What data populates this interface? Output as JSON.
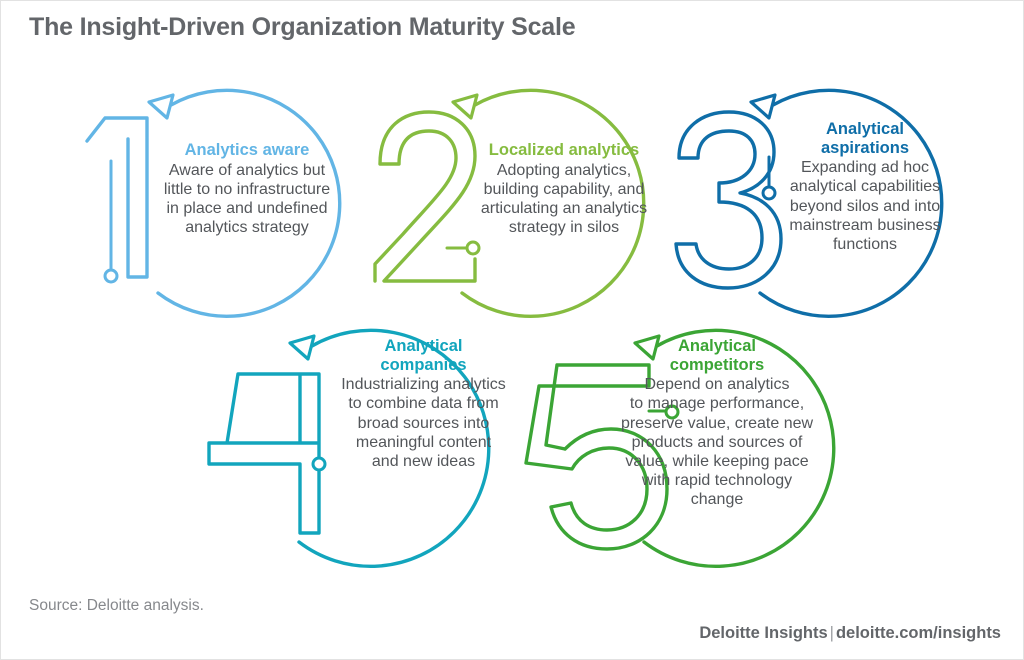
{
  "title": "The Insight-Driven Organization Maturity Scale",
  "source": "Source: Deloitte analysis.",
  "footer": {
    "brand": "Deloitte Insights",
    "separator": "|",
    "url": "deloitte.com/insights"
  },
  "colors": {
    "title": "#63666a",
    "body_text": "#53565a",
    "stage1": "#62b5e5",
    "stage2": "#86bc40",
    "stage3": "#0f6ea8",
    "stage4": "#12a5bd",
    "stage5": "#3ba535",
    "background": "#ffffff",
    "border": "#e2e2e2"
  },
  "chart_data": {
    "type": "diagram",
    "subtype": "maturity-scale-stages",
    "title": "The Insight-Driven Organization Maturity Scale",
    "stage_count": 5,
    "layout": "two rows: stages 1-3 top, stages 4-5 bottom",
    "stages": [
      {
        "number": "1",
        "heading": "Analytics aware",
        "color": "#62b5e5",
        "lines": [
          "Aware of analytics but",
          "little to no infrastructure",
          "in place and undefined",
          "analytics strategy"
        ]
      },
      {
        "number": "2",
        "heading": "Localized analytics",
        "color": "#86bc40",
        "lines": [
          "Adopting analytics,",
          "building capability, and",
          "articulating an analytics",
          "strategy in silos"
        ]
      },
      {
        "number": "3",
        "heading": "Analytical aspirations",
        "heading_lines": [
          "Analytical",
          "aspirations"
        ],
        "color": "#0f6ea8",
        "lines": [
          "Expanding ad hoc",
          "analytical capabilities",
          "beyond silos and into",
          "mainstream business",
          "functions"
        ]
      },
      {
        "number": "4",
        "heading": "Analytical companies",
        "heading_lines": [
          "Analytical",
          "companies"
        ],
        "color": "#12a5bd",
        "lines": [
          "Industrializing analytics",
          "to combine data from",
          "broad sources into",
          "meaningful content",
          "and new ideas"
        ]
      },
      {
        "number": "5",
        "heading": "Analytical competitors",
        "heading_lines": [
          "Analytical",
          "competitors"
        ],
        "color": "#3ba535",
        "lines": [
          "Depend on analytics",
          "to manage performance,",
          "preserve value, create new",
          "products and sources of",
          "value, while keeping pace",
          "with rapid technology",
          "change"
        ]
      }
    ]
  }
}
